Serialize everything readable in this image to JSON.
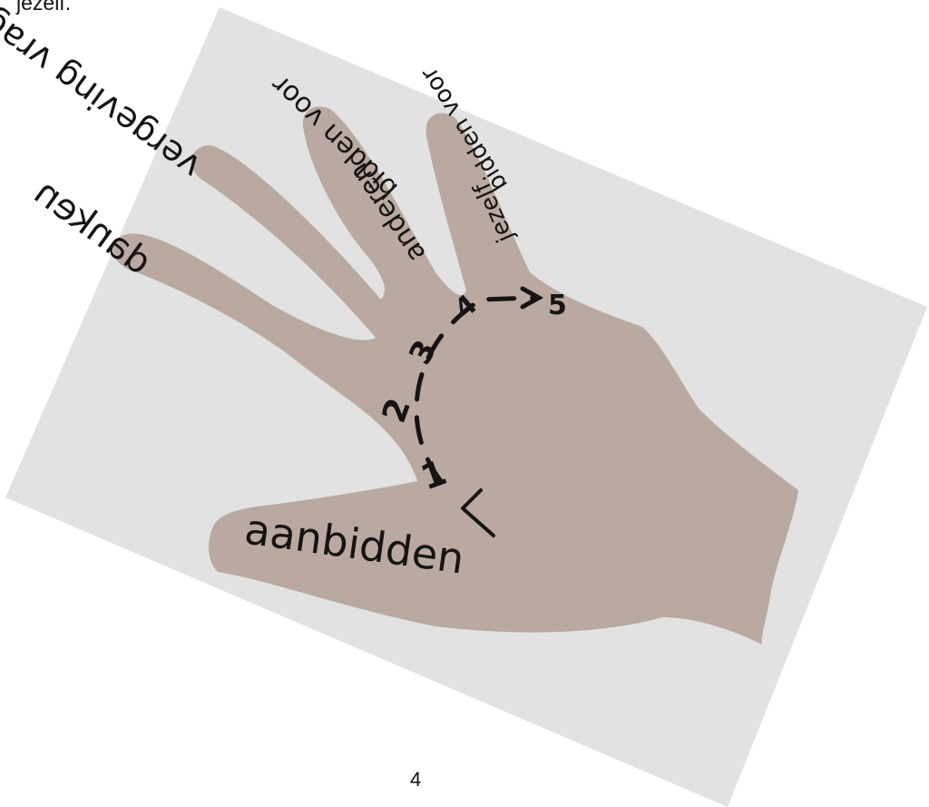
{
  "header": {
    "partial_text": "jezelf."
  },
  "photo": {
    "labels": {
      "thumb": "aanbidden",
      "index": "danken",
      "middle": "vergeving vragen",
      "ring_line1": "bidden voor",
      "ring_line2": "anderen",
      "pinky_line1": "bidden voor",
      "pinky_line2": "jezelf"
    },
    "steps": [
      "1",
      "2",
      "3",
      "4",
      "5"
    ],
    "colors": {
      "paper": "#e2e2e2",
      "hand": "#b9a9a0",
      "ink": "#161412"
    }
  },
  "footer": {
    "page_number": "4"
  }
}
